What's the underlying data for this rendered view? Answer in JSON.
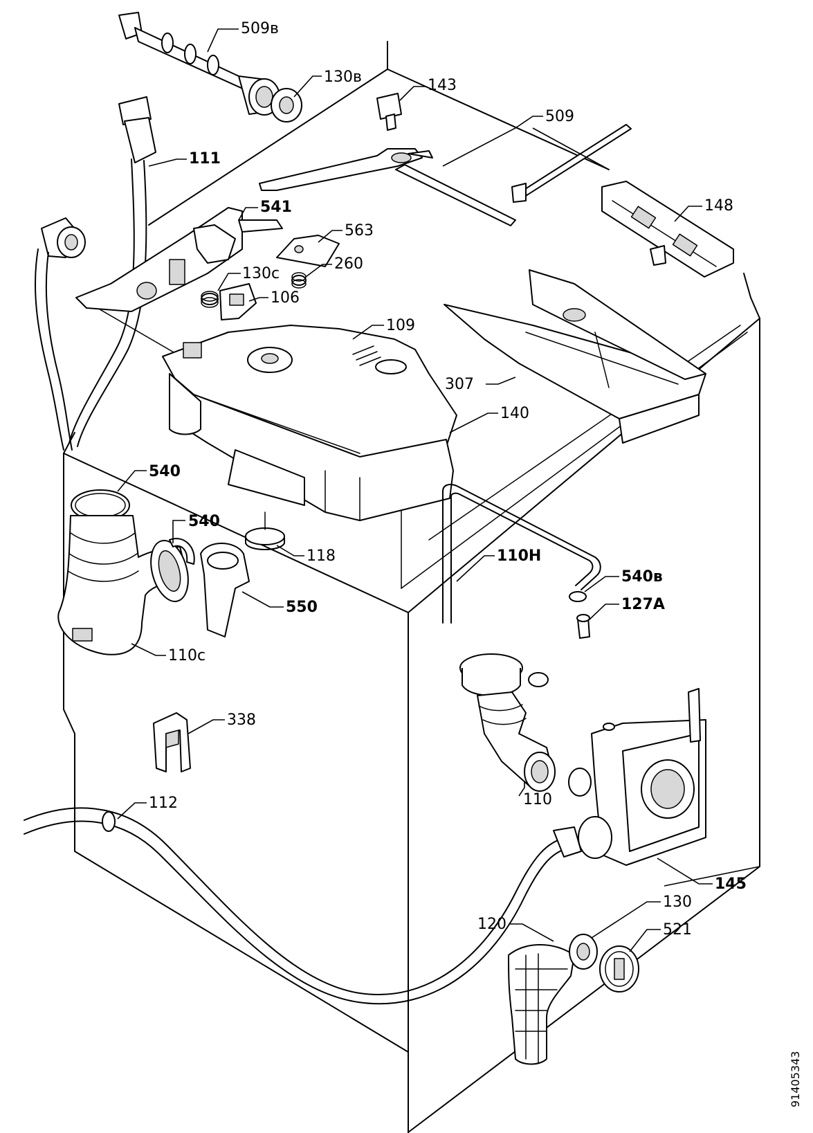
{
  "diagram": {
    "doc_number": "91405343",
    "parts": [
      {
        "id": "p509b",
        "label": "509в"
      },
      {
        "id": "p130b",
        "label": "130в"
      },
      {
        "id": "p143",
        "label": "143"
      },
      {
        "id": "p509",
        "label": "509"
      },
      {
        "id": "p111",
        "label": "111"
      },
      {
        "id": "p148",
        "label": "148"
      },
      {
        "id": "p541",
        "label": "541"
      },
      {
        "id": "p563",
        "label": "563"
      },
      {
        "id": "p260",
        "label": "260"
      },
      {
        "id": "p130c",
        "label": "130c"
      },
      {
        "id": "p106",
        "label": "106"
      },
      {
        "id": "p109",
        "label": "109"
      },
      {
        "id": "p307",
        "label": "307"
      },
      {
        "id": "p140",
        "label": "140"
      },
      {
        "id": "p540a",
        "label": "540"
      },
      {
        "id": "p540b",
        "label": "540"
      },
      {
        "id": "p118",
        "label": "118"
      },
      {
        "id": "p110h",
        "label": "110H"
      },
      {
        "id": "p540v",
        "label": "540в"
      },
      {
        "id": "p127a",
        "label": "127A"
      },
      {
        "id": "p550",
        "label": "550"
      },
      {
        "id": "p110c",
        "label": "110c"
      },
      {
        "id": "p338",
        "label": "338"
      },
      {
        "id": "p110",
        "label": "110"
      },
      {
        "id": "p112",
        "label": "112"
      },
      {
        "id": "p145",
        "label": "145"
      },
      {
        "id": "p130",
        "label": "130"
      },
      {
        "id": "p120",
        "label": "120"
      },
      {
        "id": "p521",
        "label": "521"
      }
    ]
  }
}
